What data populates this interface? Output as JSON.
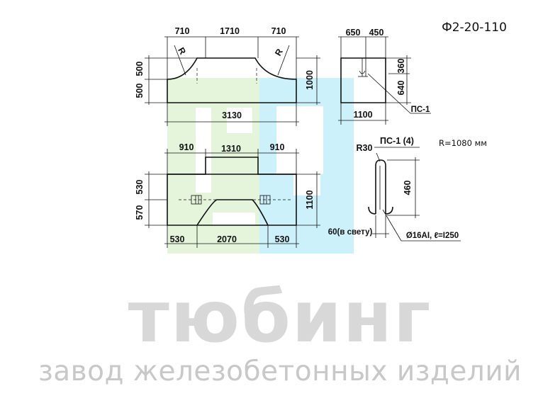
{
  "product_code": "Ф2-20-110",
  "top_view": {
    "dims_top": [
      "710",
      "1710",
      "710"
    ],
    "radius_left": "R",
    "radius_right": "R",
    "height_left_upper": "500",
    "height_left_lower": "500",
    "height_right": "1000",
    "length_bottom": "3130"
  },
  "side_view": {
    "dims_top": [
      "650",
      "450"
    ],
    "height_upper": "360",
    "height_lower": "640",
    "width_bottom": "1100",
    "part_label": "ПС-1"
  },
  "plan_view": {
    "dims_top": [
      "910",
      "1310",
      "910"
    ],
    "height_left_upper": "530",
    "height_left_lower": "570",
    "height_right": "1100",
    "dims_bottom": [
      "530",
      "2070",
      "530"
    ]
  },
  "loop_detail": {
    "title": "ПС-1 (4)",
    "radius_label": "R30",
    "height": "460",
    "clear_width": "60(в свету)",
    "spec": "Ø16AI, ℓ=I250"
  },
  "radius_note": "R=1080 мм",
  "brand": {
    "name": "тюбинг",
    "tagline": "завод железобетонных изделий"
  },
  "colors": {
    "watermark_green": "#e4f5dc",
    "watermark_blue": "#cdf1fb",
    "brand_gray": "#d8d8d8"
  }
}
